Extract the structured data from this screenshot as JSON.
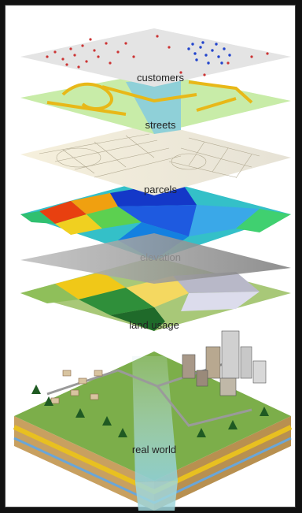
{
  "layers": [
    {
      "id": "customers",
      "label": "customers"
    },
    {
      "id": "streets",
      "label": "streets"
    },
    {
      "id": "parcels",
      "label": "parcels"
    },
    {
      "id": "elevation",
      "label": "elevation"
    },
    {
      "id": "land_usage",
      "label": "land usage"
    },
    {
      "id": "real_world",
      "label": "real world"
    }
  ],
  "colors": {
    "customer_dot_red": "#cc3333",
    "customer_dot_blue": "#2244cc",
    "street_yellow": "#e8b818",
    "river": "#8fd0d8",
    "elevation_high": "#e84010",
    "elevation_low": "#1438c8",
    "land_yellow": "#f0c818",
    "land_green": "#2f8f3a"
  }
}
